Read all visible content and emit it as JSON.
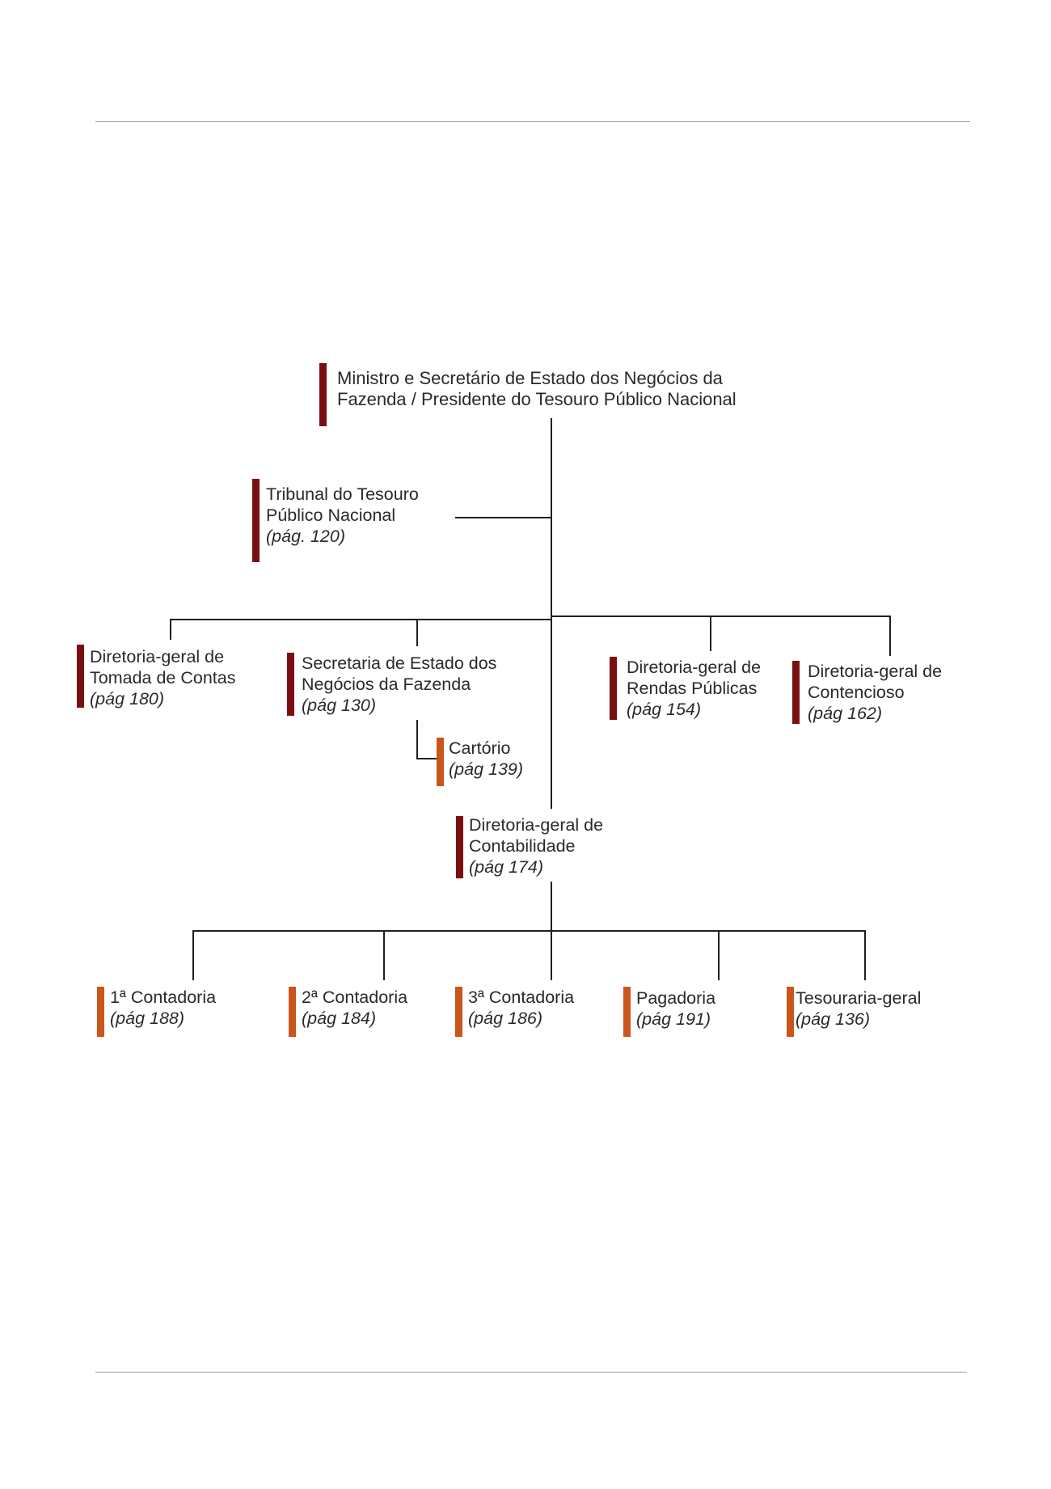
{
  "chart": {
    "root": {
      "line1": "Ministro e Secretário de Estado dos Negócios da",
      "line2": "Fazenda / Presidente do Tesouro Público Nacional"
    },
    "tribunal": {
      "line1": "Tribunal do Tesouro",
      "line2": "Público Nacional",
      "page": "(pág. 120)"
    },
    "tomada": {
      "line1": "Diretoria-geral de",
      "line2": "Tomada de Contas",
      "page": "(pág 180)"
    },
    "secretaria": {
      "line1": "Secretaria de Estado dos",
      "line2": "Negócios da Fazenda",
      "page": "(pág 130)"
    },
    "rendas": {
      "line1": "Diretoria-geral de",
      "line2": "Rendas Públicas",
      "page": "(pág 154)"
    },
    "contencioso": {
      "line1": "Diretoria-geral de",
      "line2": "Contencioso",
      "page": "(pág 162)"
    },
    "cartorio": {
      "line1": "Cartório",
      "page": "(pág 139)"
    },
    "contabilidade": {
      "line1": "Diretoria-geral de",
      "line2": "Contabilidade",
      "page": "(pág 174)"
    },
    "contadoria1": {
      "line1": "1ª Contadoria",
      "page": "(pág 188)"
    },
    "contadoria2": {
      "line1": "2ª Contadoria",
      "page": "(pág 184)"
    },
    "contadoria3": {
      "line1": "3ª Contadoria",
      "page": "(pág 186)"
    },
    "pagadoria": {
      "line1": "Pagadoria",
      "page": "(pág 191)"
    },
    "tesouraria": {
      "line1": "Tesouraria-geral",
      "page": "(pág 136)"
    }
  },
  "colors": {
    "dark_bar": "#7a0f12",
    "orange_bar": "#c9561b"
  }
}
